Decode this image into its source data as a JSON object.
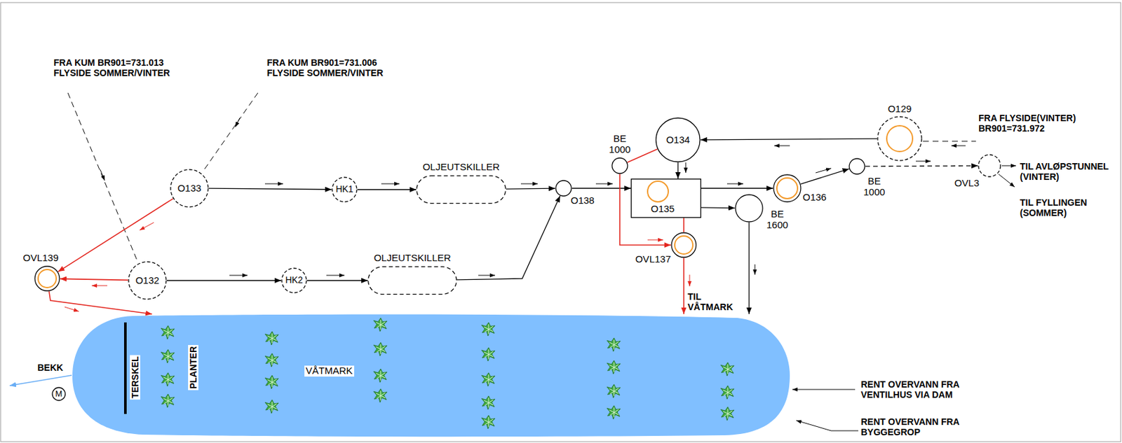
{
  "diagram": {
    "nodes": [
      {
        "text": [
          "O133"
        ]
      },
      {
        "text": [
          "HK1"
        ]
      },
      {
        "text": [
          "OLJEUTSKILLER"
        ]
      },
      {
        "text": [
          "O138"
        ]
      },
      {
        "text": [
          "BE 1000"
        ]
      },
      {
        "text": [
          "O134"
        ]
      },
      {
        "text": [
          "O129"
        ]
      },
      {
        "text": [
          "O135"
        ]
      },
      {
        "text": [
          "O136"
        ]
      },
      {
        "text": [
          "BE 1000"
        ]
      },
      {
        "text": [
          "OVL3"
        ]
      },
      {
        "text": [
          "BE 1600"
        ]
      },
      {
        "text": [
          "OVL137"
        ]
      },
      {
        "text": [
          "OVL139"
        ]
      },
      {
        "text": [
          "O132"
        ]
      },
      {
        "text": [
          "HK2"
        ]
      },
      {
        "text": [
          "OLJEUTSKILLER"
        ]
      },
      {
        "text": [
          "VÅTMARK"
        ]
      },
      {
        "text": [
          "M"
        ]
      }
    ],
    "edges": [
      {
        "from": 0,
        "to": 1,
        "arrow": "to"
      },
      {
        "from": 1,
        "to": 2,
        "arrow": "to"
      },
      {
        "from": 2,
        "to": 3,
        "arrow": "to"
      },
      {
        "from": 14,
        "to": 15,
        "arrow": "to"
      },
      {
        "from": 15,
        "to": 16,
        "arrow": "to"
      },
      {
        "from": 16,
        "to": 3,
        "arrow": "to"
      },
      {
        "from": 3,
        "to": 7,
        "arrow": "to"
      },
      {
        "from": 6,
        "to": 5,
        "arrow": "to"
      },
      {
        "from": 5,
        "to": 7,
        "arrow": "to"
      },
      {
        "from": 7,
        "to": 8,
        "arrow": "to"
      },
      {
        "from": 8,
        "to": 9,
        "arrow": "to"
      },
      {
        "from": 9,
        "to": 10,
        "arrow": "to"
      },
      {
        "from": 5,
        "to": 4,
        "arrow": "none"
      },
      {
        "from": 4,
        "to": 12,
        "arrow": "to"
      },
      {
        "from": 7,
        "to": 12,
        "arrow": "none"
      },
      {
        "from": 12,
        "to": 17,
        "label": "TIL VÅTMARK",
        "arrow": "to"
      },
      {
        "from": 7,
        "to": 11,
        "arrow": "to"
      },
      {
        "from": 11,
        "to": 17,
        "arrow": "to"
      },
      {
        "from": 0,
        "to": 13,
        "arrow": "to"
      },
      {
        "from": 14,
        "to": 13,
        "arrow": "to"
      },
      {
        "from": 13,
        "to": 17,
        "arrow": "to"
      }
    ],
    "labels": [
      "FRA KUM BR901=731.013 FLYSIDE SOMMER/VINTER",
      "FRA KUM BR901=731.006 FLYSIDE SOMMER/VINTER",
      "FRA FLYSIDE(VINTER) BR901=731.972",
      "TIL AVLØPSTUNNEL (VINTER)",
      "TIL FYLLINGEN (SOMMER)",
      "BEKK",
      "TERSKEL",
      "PLANTER",
      "RENT OVERVANN FRA VENTILHUS VIA DAM",
      "RENT OVERVANN FRA BYGGEGROP"
    ]
  }
}
